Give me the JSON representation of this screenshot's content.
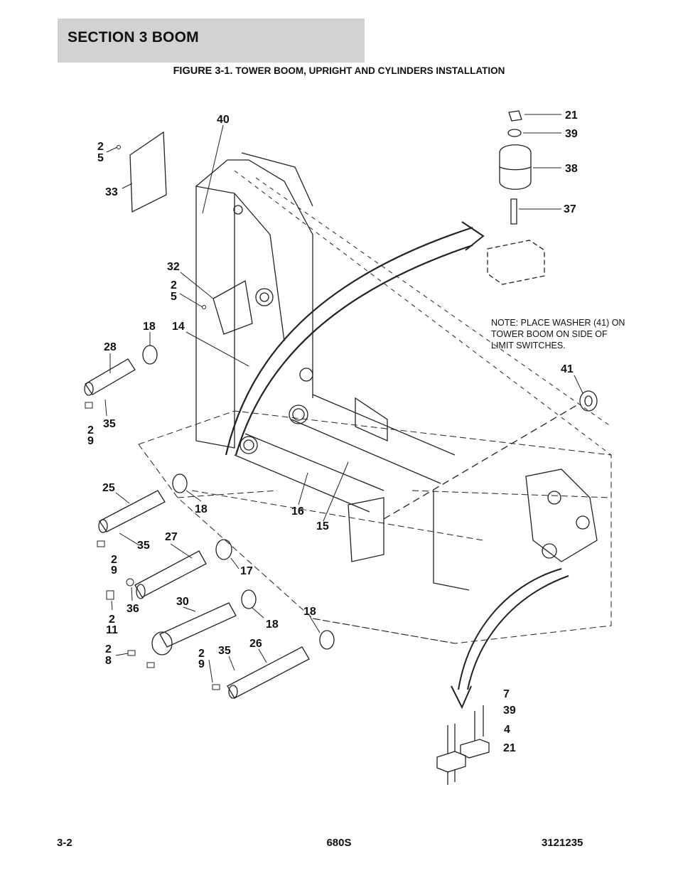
{
  "header": {
    "section_title": "SECTION 3   BOOM"
  },
  "figure": {
    "caption_prefix": "FIGURE 3-1. ",
    "caption_rest": "TOWER BOOM, UPRIGHT AND CYLINDERS INSTALLATION"
  },
  "note": "NOTE: PLACE WASHER (41) ON TOWER BOOM ON SIDE OF LIMIT SWITCHES.",
  "callouts": {
    "c21a": "21",
    "c39a": "39",
    "c38": "38",
    "c37": "37",
    "c40": "40",
    "c2a": "2",
    "c5a": "5",
    "c33": "33",
    "c32": "32",
    "c2b": "2",
    "c5b": "5",
    "c18a": "18",
    "c14": "14",
    "c28": "28",
    "c41": "41",
    "c35a": "35",
    "c2c": "2",
    "c9a": "9",
    "c25": "25",
    "c18b": "18",
    "c16": "16",
    "c15": "15",
    "c35b": "35",
    "c27": "27",
    "c2d": "2",
    "c9b": "9",
    "c17": "17",
    "c36": "36",
    "c2e": "2",
    "c11": "11",
    "c30": "30",
    "c18c": "18",
    "c18d": "18",
    "c2f": "2",
    "c8": "8",
    "c2g": "2",
    "c9c": "9",
    "c35c": "35",
    "c26": "26",
    "c7": "7",
    "c39b": "39",
    "c4": "4",
    "c21b": "21"
  },
  "footer": {
    "page_number": "3-2",
    "model": "680S",
    "document_number": "3121235"
  }
}
